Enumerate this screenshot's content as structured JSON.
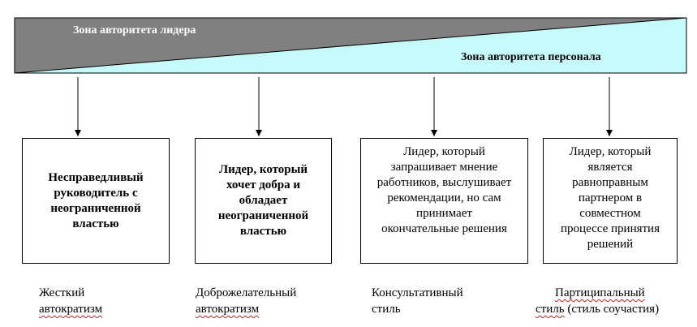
{
  "zones": {
    "leader": "Зона авторитета лидера",
    "staff": "Зона авторитета персонала",
    "leader_color": "#808080",
    "staff_color": "#c6fafa"
  },
  "boxes": [
    {
      "lines": [
        "Несправедливый",
        "руководитель с",
        "неограниченной",
        "властью"
      ]
    },
    {
      "lines": [
        "Лидер, который",
        "хочет добра и",
        "обладает",
        "неограниченной",
        "властью"
      ]
    },
    {
      "lines": [
        "Лидер, который",
        "запрашивает мнение",
        "работников, выслушивает",
        "рекомендации, но сам",
        "принимает",
        "окончательные решения"
      ]
    },
    {
      "lines": [
        "Лидер, который",
        "является",
        "равноправным",
        "партнером в",
        "совместном",
        "процессе принятия",
        "решений"
      ]
    }
  ],
  "captions": [
    {
      "line1": "Жесткий",
      "line2": "автократизм"
    },
    {
      "line1": "Доброжелательный",
      "line2": "автократизм"
    },
    {
      "line1": "Консультативный",
      "line2": "стиль"
    },
    {
      "line1": "Партиципальный",
      "line2a": "стиль",
      "line2b": " (стиль соучастия)"
    }
  ]
}
